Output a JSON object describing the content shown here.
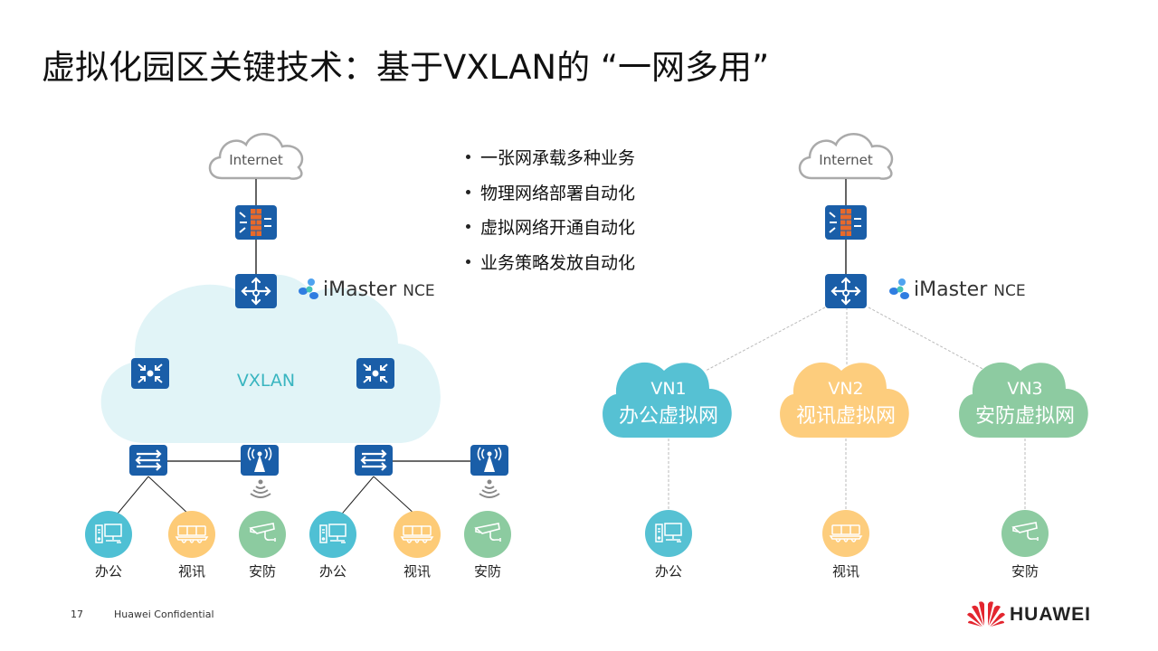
{
  "slide": {
    "title": "虚拟化园区关键技术：基于VXLAN的 “一网多用”",
    "page_number": "17",
    "confidential": "Huawei Confidential",
    "brand": "HUAWEI"
  },
  "bullets": [
    "一张网承载多种业务",
    "物理网络部署自动化",
    "虚拟网络开通自动化",
    "业务策略发放自动化"
  ],
  "left_diagram": {
    "internet_label": "Internet",
    "controller_label_main": "iMaster",
    "controller_label_sub": "NCE",
    "fabric_label": "VXLAN",
    "endpoints": [
      {
        "label": "办公",
        "icon": "pc-icon",
        "color": "#4fc0d4"
      },
      {
        "label": "视讯",
        "icon": "video-conference-icon",
        "color": "#fdcb77"
      },
      {
        "label": "安防",
        "icon": "camera-icon",
        "color": "#8ccba0"
      },
      {
        "label": "办公",
        "icon": "pc-icon",
        "color": "#4fc0d4"
      },
      {
        "label": "视讯",
        "icon": "video-conference-icon",
        "color": "#fdcb77"
      },
      {
        "label": "安防",
        "icon": "camera-icon",
        "color": "#8ccba0"
      }
    ]
  },
  "right_diagram": {
    "internet_label": "Internet",
    "controller_label_main": "iMaster",
    "controller_label_sub": "NCE",
    "virtual_networks": [
      {
        "id": "VN1",
        "name": "办公虚拟网",
        "color": "#56c1d3",
        "endpoint_label": "办公",
        "endpoint_icon": "pc-icon"
      },
      {
        "id": "VN2",
        "name": "视讯虚拟网",
        "color": "#fdcd7d",
        "endpoint_label": "视讯",
        "endpoint_icon": "video-conference-icon"
      },
      {
        "id": "VN3",
        "name": "安防虚拟网",
        "color": "#8dcba1",
        "endpoint_label": "安防",
        "endpoint_icon": "camera-icon"
      }
    ]
  },
  "colors": {
    "device_blue": "#1a5ea8",
    "firewall_orange": "#e8692a",
    "vxlan_cloud": "#e1f4f7",
    "vxlan_text": "#39b5c0",
    "brand_red": "#e3262f"
  }
}
